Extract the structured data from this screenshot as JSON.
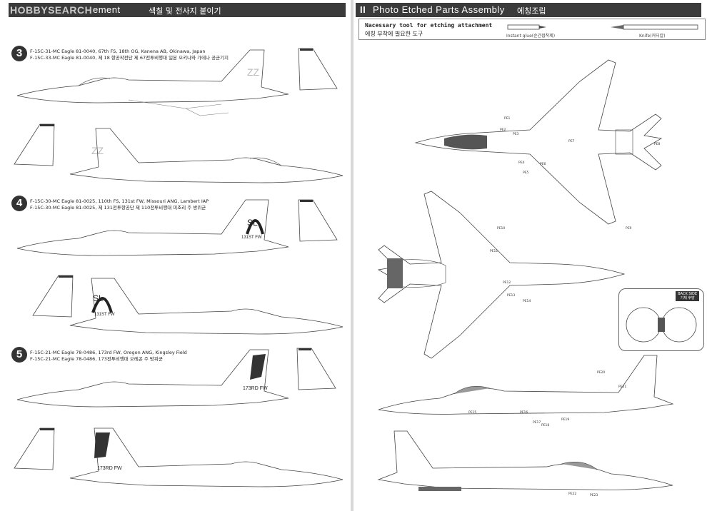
{
  "watermark": {
    "logo_main": "HOBBY",
    "logo_accent": "SEARCH"
  },
  "left_page": {
    "header_title": "ement",
    "header_korean": "색칠 및 전사지 붙이기",
    "steps": [
      {
        "number": "3",
        "caption_en": "F-15C-31-MC Eagle 81-0040, 67th FS, 18th OG, Kanena AB, Okinawa, Japan",
        "caption_ko": "F-15C-33-MC Eagle 81-0040, 제 18 항공작전단 제 67전투비행대 일본 오키나와 가데나 공군기지",
        "tail_code": "ZZ"
      },
      {
        "number": "4",
        "caption_en": "F-15C-30-MC Eagle 81-0025, 110th FS, 131st FW, Missouri ANG, Lambert IAP",
        "caption_ko": "F-15C-30-MC Eagle 81-0025, 제 131전투항공단 제 110전투비행대 미조리 주 방위군",
        "tail_code": "SL",
        "tail_wing": "131ST FW"
      },
      {
        "number": "5",
        "caption_en": "F-15C-21-MC Eagle 78-0486, 173rd FW, Oregon ANG, Kingsley Field",
        "caption_ko": "F-15C-21-MC Eagle 78-0486, 173전투비행대 오레곤 주 방위군",
        "tail_wing": "173RD FW"
      }
    ]
  },
  "right_page": {
    "header_numeral": "II",
    "header_title": "Photo  Etched  Parts  Assembly",
    "header_korean": "에칭조립",
    "tools": {
      "title_en": "Nacessary tool for etching attachment",
      "title_ko": "에칭 부착에 필요한 도구",
      "glue_label": "Instant glue(순간접착제)",
      "knife_label": "Knife(커터칼)"
    },
    "back_side": {
      "label_en": "BACK SIDE",
      "label_ko": "기체 후방"
    },
    "parts": [
      "PE1",
      "PE2",
      "PE3",
      "PE4",
      "PE5",
      "PE6",
      "PE7",
      "PE8",
      "PE9",
      "PE10",
      "PE11",
      "PE12",
      "PE13",
      "PE14",
      "PE15",
      "PE16",
      "PE17",
      "PE18",
      "PE19",
      "PE20",
      "PE21",
      "PE22",
      "PE23"
    ]
  }
}
